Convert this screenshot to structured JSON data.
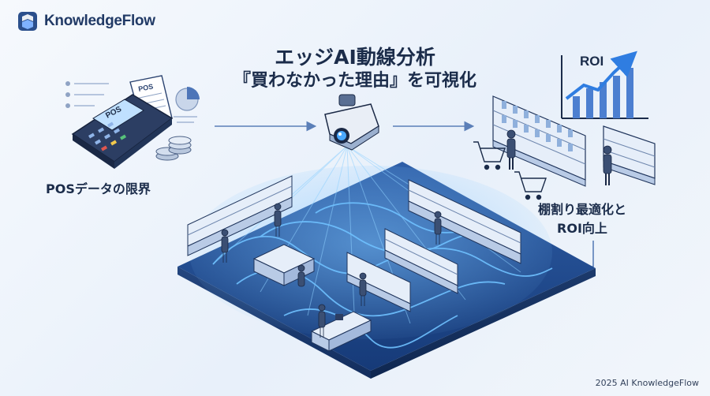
{
  "brand": {
    "name": "KnowledgeFlow"
  },
  "title": {
    "line1": "エッジAI動線分析",
    "line2": "『買わなかった理由』を可視化"
  },
  "labels": {
    "pos_screen": "POS",
    "pos_receipt": "POS",
    "pos_limit": "POSデータの限界",
    "roi_chart": "ROI",
    "shelf_line1": "棚割り最適化と",
    "shelf_line2": "ROI向上"
  },
  "footer": {
    "text": "2025 AI KnowledgeFlow"
  },
  "colors": {
    "primary": "#1f3d73",
    "accent": "#2f7de1",
    "flow": "#3aa0ff",
    "background": "#eef3fa"
  },
  "icons": [
    "knowledgeflow-logo-icon",
    "pos-terminal-icon",
    "receipt-icon",
    "coin-stack-icon",
    "pie-chart-icon",
    "security-camera-icon",
    "roi-chart-icon",
    "shopping-cart-icon",
    "shopper-icon"
  ]
}
